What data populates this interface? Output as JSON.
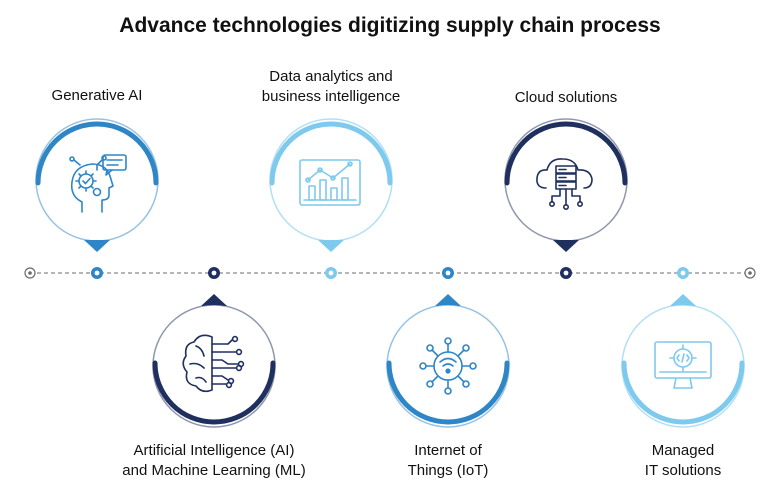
{
  "title": "Advance technologies digitizing supply chain process",
  "colors": {
    "blue": "#2f86c6",
    "navy": "#1f2f5e",
    "light": "#7ec9ee",
    "line": "#6b6b6b"
  },
  "items": [
    {
      "label": "Generative AI",
      "icon": "ai-head-gears-icon",
      "color": "blue"
    },
    {
      "label": "Artificial Intelligence (AI)\nand Machine Learning (ML)",
      "icon": "brain-circuit-icon",
      "color": "navy"
    },
    {
      "label": "Data analytics and\nbusiness intelligence",
      "icon": "analytics-chart-icon",
      "color": "light"
    },
    {
      "label": "Internet of\nThings (IoT)",
      "icon": "wifi-network-icon",
      "color": "blue"
    },
    {
      "label": "Cloud solutions",
      "icon": "cloud-server-icon",
      "color": "navy"
    },
    {
      "label": "Managed\nIT solutions",
      "icon": "monitor-code-gear-icon",
      "color": "light"
    }
  ]
}
